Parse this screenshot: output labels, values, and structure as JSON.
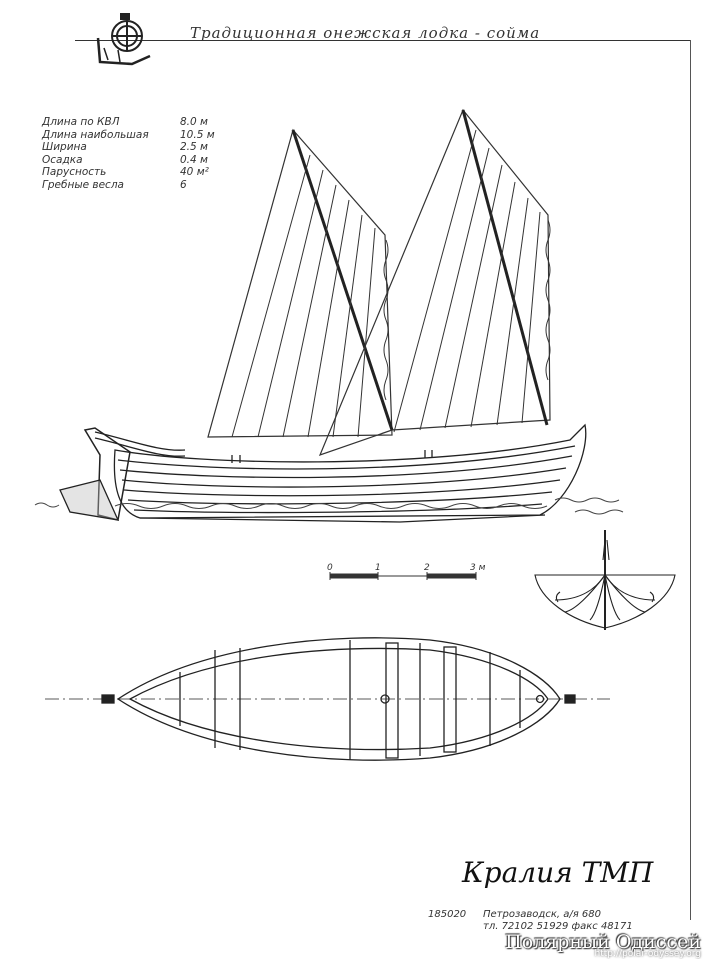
{
  "title": "Традиционная онежская лодка - сойма",
  "specs": [
    {
      "label": "Длина по КВЛ",
      "value": "8.0 м"
    },
    {
      "label": "Длина наибольшая",
      "value": "10.5 м"
    },
    {
      "label": "Ширина",
      "value": "2.5 м"
    },
    {
      "label": "Осадка",
      "value": "0.4 м"
    },
    {
      "label": "Парусность",
      "value": "40 м²"
    },
    {
      "label": "Гребные весла",
      "value": "6"
    }
  ],
  "scale": {
    "ticks": [
      "0",
      "1",
      "2",
      "3 м"
    ]
  },
  "signature": "Кралия ТМП",
  "footer": {
    "code": "185020",
    "address": "Петрозаводск, а/я 680",
    "phones": "тл. 72102   51929 факс 48171"
  },
  "watermark": {
    "text": "Полярный Одиссей",
    "url": "http://polar-odyssey.org"
  }
}
